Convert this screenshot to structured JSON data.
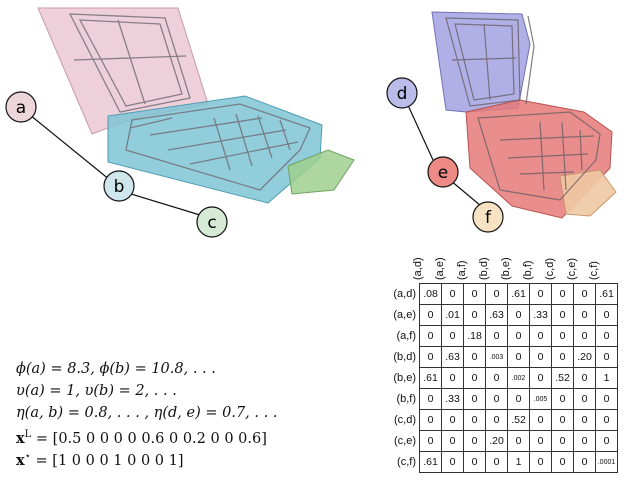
{
  "figure": {
    "node_labels": [
      "a",
      "b",
      "c",
      "d",
      "e",
      "f"
    ],
    "colors": {
      "a": "#ecd6dc",
      "b": "#cfe6ec",
      "c": "#d6ead6",
      "d": "#bcbcea",
      "e": "#ee8a86",
      "f": "#f8e2c4",
      "lid_left": "#e8c0cd",
      "base_left": "#7fc4d6",
      "card_left": "#9fcf8f",
      "lid_right": "#9c9ce0",
      "base_right": "#e57a78",
      "card_right": "#f0c9a2"
    }
  },
  "math_lines": [
    "ϕ(a) = 8.3, ϕ(b) = 10.8, . . .",
    "υ(a) = 1, υ(b) = 2, . . .",
    "η(a, b) = 0.8, . . . , η(d, e) = 0.7, . . .",
    "= [0.5 0 0 0 0 0.6 0 0.2 0 0 0.6]",
    "= [1 0 0 0 1 0 0 0 1]"
  ],
  "math_vectors": [
    "x",
    "x"
  ],
  "math_superscripts": [
    "L",
    "⋆"
  ],
  "matrix": {
    "labels": [
      "(a,d)",
      "(a,e)",
      "(a,f)",
      "(b,d)",
      "(b,e)",
      "(b,f)",
      "(c,d)",
      "(c,e)",
      "(c,f)"
    ],
    "rows": [
      [
        ".08",
        "0",
        "0",
        "0",
        ".61",
        "0",
        "0",
        "0",
        ".61"
      ],
      [
        "0",
        ".01",
        "0",
        ".63",
        "0",
        ".33",
        "0",
        "0",
        "0"
      ],
      [
        "0",
        "0",
        ".18",
        "0",
        "0",
        "0",
        "0",
        "0",
        "0"
      ],
      [
        "0",
        ".63",
        "0",
        ".003",
        "0",
        "0",
        "0",
        ".20",
        "0"
      ],
      [
        ".61",
        "0",
        "0",
        "0",
        ".002",
        "0",
        ".52",
        "0",
        "1"
      ],
      [
        "0",
        ".33",
        "0",
        "0",
        "0",
        ".005",
        "0",
        "0",
        "0"
      ],
      [
        "0",
        "0",
        "0",
        "0",
        ".52",
        "0",
        "0",
        "0",
        "0"
      ],
      [
        "0",
        "0",
        "0",
        ".20",
        "0",
        "0",
        "0",
        "0",
        "0"
      ],
      [
        ".61",
        "0",
        "0",
        "0",
        "1",
        "0",
        "0",
        "0",
        ".0001"
      ]
    ]
  }
}
